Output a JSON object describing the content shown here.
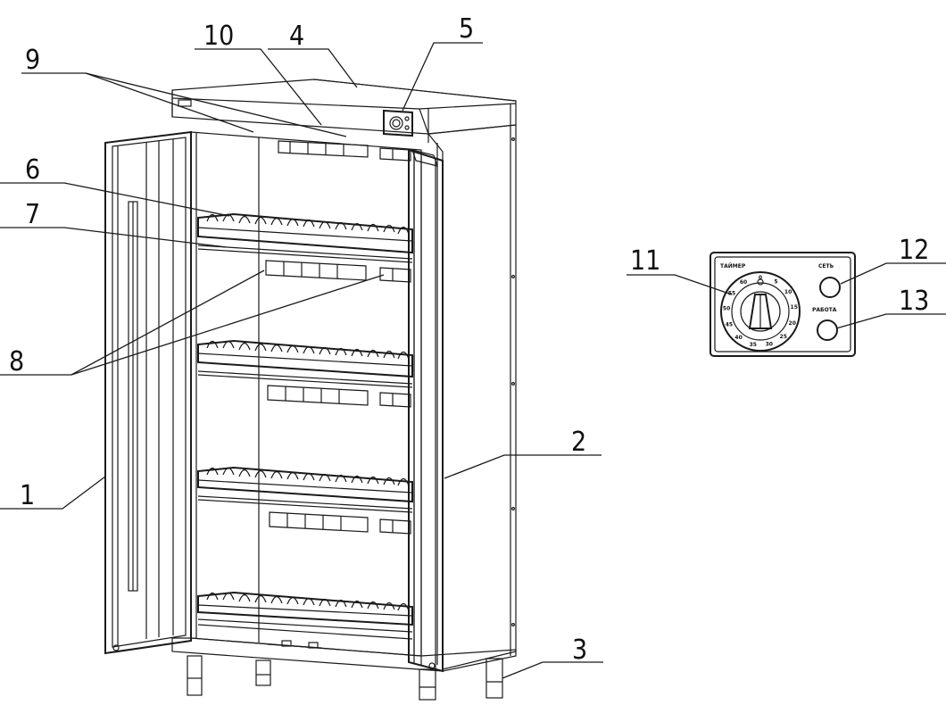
{
  "callouts": [
    "1",
    "2",
    "3",
    "4",
    "5",
    "6",
    "7",
    "8",
    "9",
    "10",
    "11",
    "12",
    "13"
  ],
  "panel": {
    "timer_label": "ТАЙМЕР",
    "network_label": "СЕТЬ",
    "work_label": "РАБОТА",
    "dial_numbers": [
      "0",
      "5",
      "10",
      "15",
      "20",
      "25",
      "30",
      "35",
      "40",
      "45",
      "50",
      "55",
      "60"
    ]
  }
}
